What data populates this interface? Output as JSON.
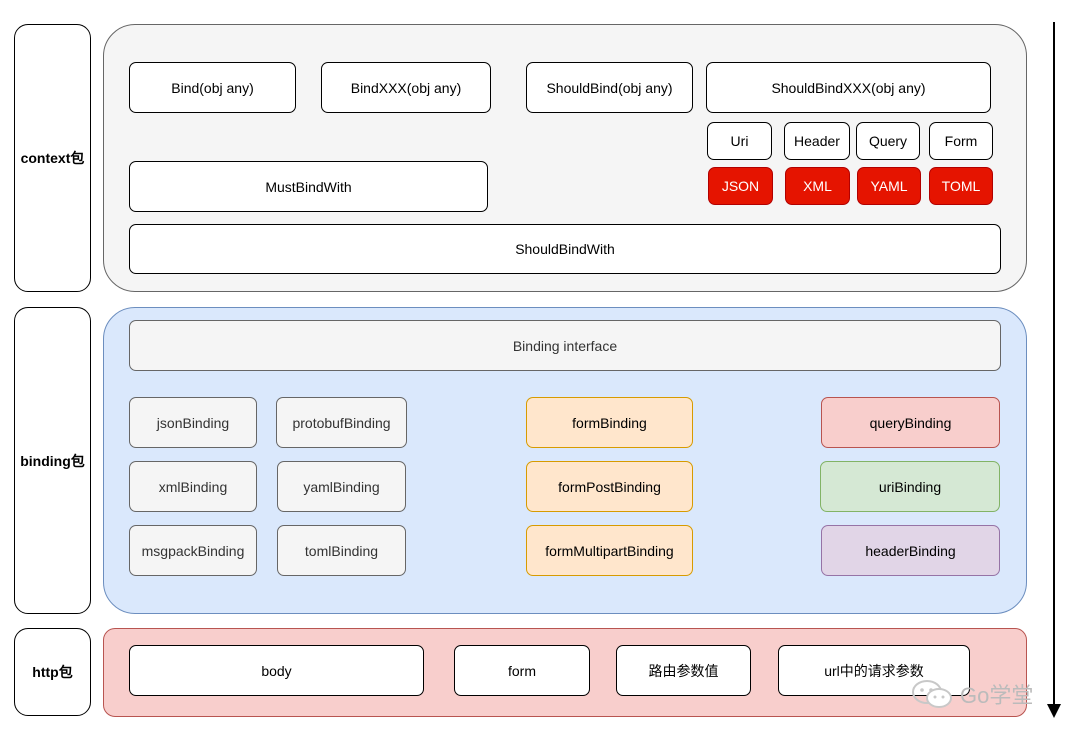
{
  "labels": {
    "context": "context包",
    "binding": "binding包",
    "http": "http包"
  },
  "context": {
    "bind": "Bind(obj any)",
    "bindxxx": "BindXXX(obj any)",
    "shouldbind": "ShouldBind(obj any)",
    "shouldbindxxx": "ShouldBindXXX(obj any)",
    "uri": "Uri",
    "header": "Header",
    "query": "Query",
    "form": "Form",
    "json": "JSON",
    "xml": "XML",
    "yaml": "YAML",
    "toml": "TOML",
    "mustbindwith": "MustBindWith",
    "shouldbindwith": "ShouldBindWith"
  },
  "binding": {
    "interface": "Binding interface",
    "jsonBinding": "jsonBinding",
    "protobufBinding": "protobufBinding",
    "xmlBinding": "xmlBinding",
    "yamlBinding": "yamlBinding",
    "msgpackBinding": "msgpackBinding",
    "tomlBinding": "tomlBinding",
    "formBinding": "formBinding",
    "formPostBinding": "formPostBinding",
    "formMultipartBinding": "formMultipartBinding",
    "queryBinding": "queryBinding",
    "uriBinding": "uriBinding",
    "headerBinding": "headerBinding"
  },
  "http": {
    "body": "body",
    "form": "form",
    "route_params": "路由参数值",
    "url_query": "url中的请求参数"
  },
  "watermark": "Go学堂",
  "colors": {
    "context_layer": "#f5f5f5",
    "binding_layer": "#dae8fc",
    "http_layer": "#f8cecc",
    "red_node": "#e51400",
    "orange_node": "#ffe6cc",
    "pink_node": "#f8cecc",
    "green_node": "#d5e8d4",
    "purple_node": "#e1d5e7"
  }
}
